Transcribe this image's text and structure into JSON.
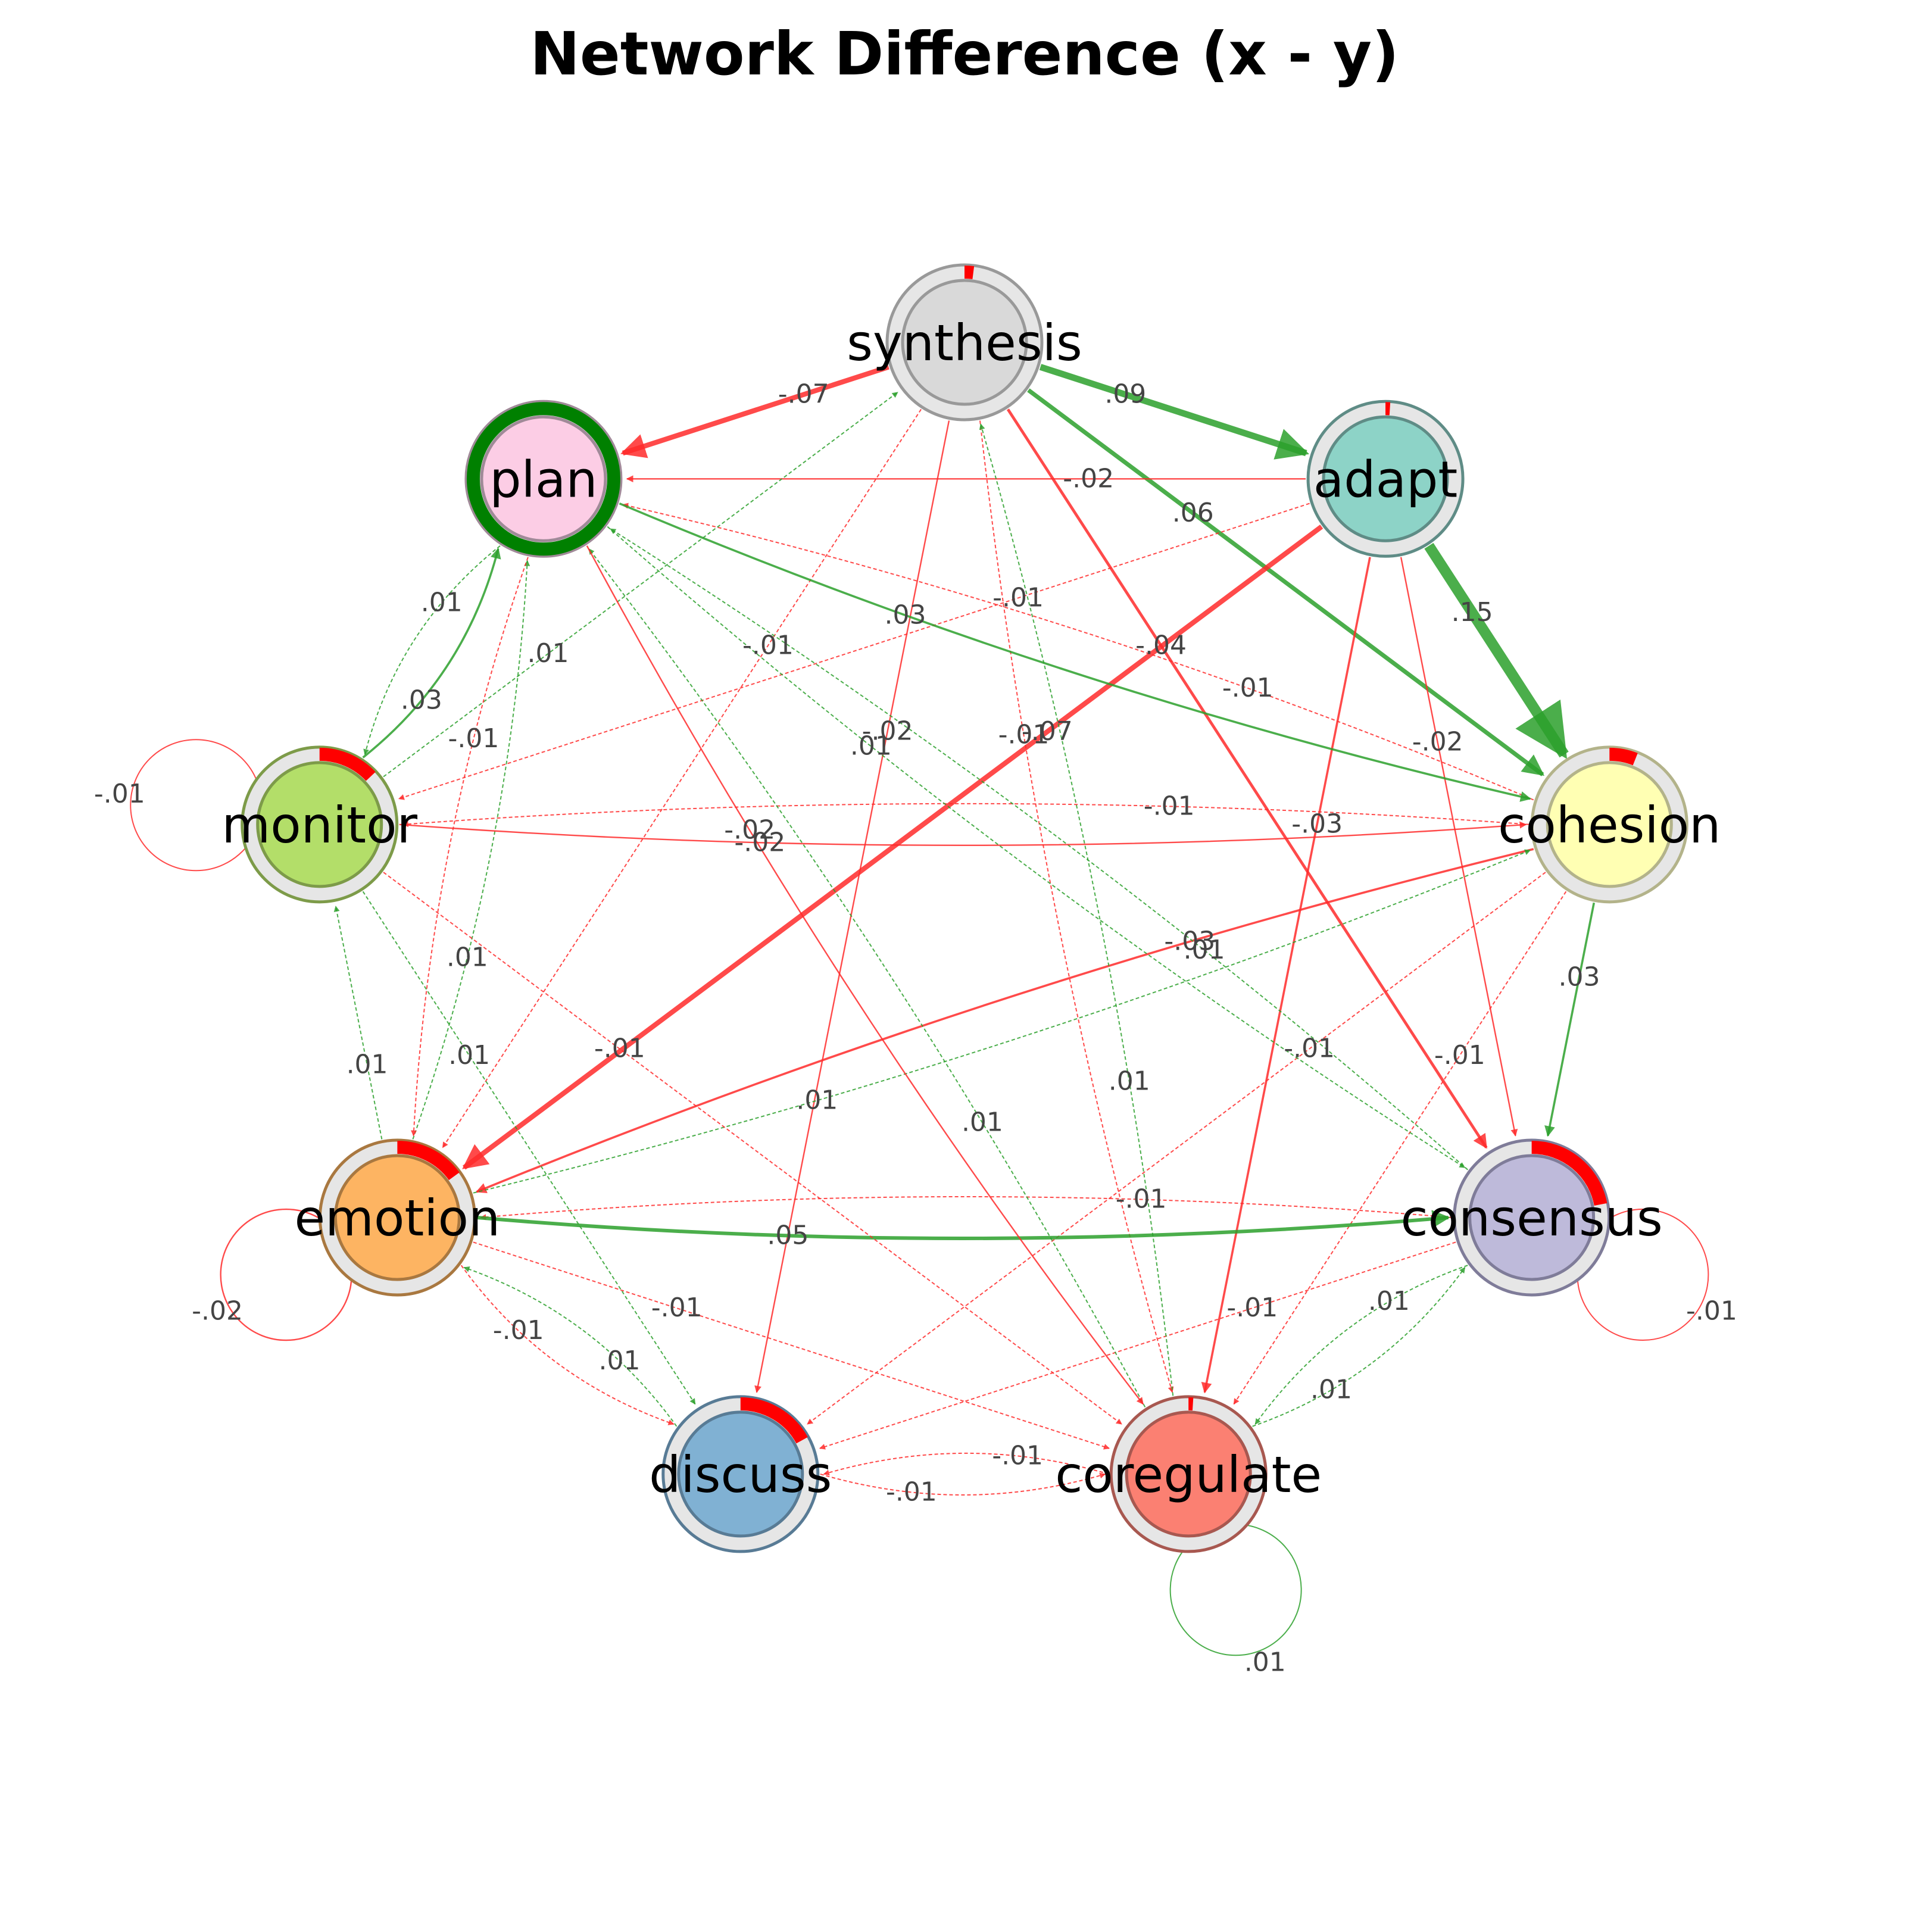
{
  "title": "Network Difference (x - y)",
  "colors": {
    "positive": "#2ca02c",
    "negative": "#ff2a2a",
    "ring_track": "#e6e6e6",
    "ring_positive": "#008000",
    "ring_negative": "#ff0000"
  },
  "nodes": [
    {
      "id": "synthesis",
      "label": "synthesis",
      "color": "#d9d9d9",
      "border": "#999999",
      "ring": {
        "sign": "neg",
        "frac": 0.02
      }
    },
    {
      "id": "adapt",
      "label": "adapt",
      "color": "#8dd3c7",
      "border": "#5f8c86",
      "ring": {
        "sign": "neg",
        "frac": 0.01
      }
    },
    {
      "id": "cohesion",
      "label": "cohesion",
      "color": "#ffffb3",
      "border": "#b3b38a",
      "ring": {
        "sign": "neg",
        "frac": 0.06
      }
    },
    {
      "id": "consensus",
      "label": "consensus",
      "color": "#bebada",
      "border": "#7f7c99",
      "ring": {
        "sign": "neg",
        "frac": 0.22
      }
    },
    {
      "id": "coregulate",
      "label": "coregulate",
      "color": "#fb8072",
      "border": "#a85850",
      "ring": {
        "sign": "neg",
        "frac": 0.01
      }
    },
    {
      "id": "discuss",
      "label": "discuss",
      "color": "#80b1d3",
      "border": "#587b95",
      "ring": {
        "sign": "neg",
        "frac": 0.17
      }
    },
    {
      "id": "emotion",
      "label": "emotion",
      "color": "#fdb462",
      "border": "#a97840",
      "ring": {
        "sign": "neg",
        "frac": 0.15
      }
    },
    {
      "id": "monitor",
      "label": "monitor",
      "color": "#b3de69",
      "border": "#7d9b49",
      "ring": {
        "sign": "neg",
        "frac": 0.13
      }
    },
    {
      "id": "plan",
      "label": "plan",
      "color": "#fccde5",
      "border": "#a08a98",
      "ring": {
        "sign": "pos",
        "frac": 1.0
      }
    }
  ],
  "edges": [
    {
      "from": "synthesis",
      "to": "plan",
      "label": "-.07"
    },
    {
      "from": "synthesis",
      "to": "adapt",
      "label": ".09"
    },
    {
      "from": "synthesis",
      "to": "cohesion",
      "label": ".06"
    },
    {
      "from": "synthesis",
      "to": "consensus",
      "label": "-.04"
    },
    {
      "from": "synthesis",
      "to": "coregulate",
      "label": "-.01"
    },
    {
      "from": "synthesis",
      "to": "discuss",
      "label": "-.02"
    },
    {
      "from": "synthesis",
      "to": "emotion",
      "label": "-.01"
    },
    {
      "from": "adapt",
      "to": "plan",
      "label": "-.02"
    },
    {
      "from": "adapt",
      "to": "cohesion",
      "label": ".15"
    },
    {
      "from": "adapt",
      "to": "consensus",
      "label": "-.02"
    },
    {
      "from": "adapt",
      "to": "coregulate",
      "label": "-.03"
    },
    {
      "from": "adapt",
      "to": "emotion",
      "label": "-.07"
    },
    {
      "from": "adapt",
      "to": "monitor",
      "label": "-.01"
    },
    {
      "from": "cohesion",
      "to": "plan",
      "label": "-.01"
    },
    {
      "from": "cohesion",
      "to": "monitor",
      "label": "-.01"
    },
    {
      "from": "cohesion",
      "to": "emotion",
      "label": "-.03"
    },
    {
      "from": "cohesion",
      "to": "consensus",
      "label": ".03"
    },
    {
      "from": "cohesion",
      "to": "discuss",
      "label": "-.01"
    },
    {
      "from": "cohesion",
      "to": "coregulate",
      "label": "-.01"
    },
    {
      "from": "consensus",
      "to": "plan",
      "label": ".01"
    },
    {
      "from": "consensus",
      "to": "coregulate",
      "label": ".01"
    },
    {
      "from": "consensus",
      "to": "emotion",
      "label": "-.01"
    },
    {
      "from": "consensus",
      "to": "discuss",
      "label": "-.01"
    },
    {
      "from": "coregulate",
      "to": "consensus",
      "label": ".01"
    },
    {
      "from": "coregulate",
      "to": "synthesis",
      "label": ".01"
    },
    {
      "from": "coregulate",
      "to": "plan",
      "label": ".01"
    },
    {
      "from": "coregulate",
      "to": "discuss",
      "label": "-.01"
    },
    {
      "from": "discuss",
      "to": "coregulate",
      "label": "-.01"
    },
    {
      "from": "discuss",
      "to": "emotion",
      "label": ".01"
    },
    {
      "from": "emotion",
      "to": "consensus",
      "label": ".05"
    },
    {
      "from": "emotion",
      "to": "cohesion",
      "label": ".01"
    },
    {
      "from": "emotion",
      "to": "monitor",
      "label": ".01"
    },
    {
      "from": "emotion",
      "to": "plan",
      "label": ".01"
    },
    {
      "from": "emotion",
      "to": "discuss",
      "label": "-.01"
    },
    {
      "from": "emotion",
      "to": "coregulate",
      "label": "-.01"
    },
    {
      "from": "monitor",
      "to": "plan",
      "label": ".03"
    },
    {
      "from": "monitor",
      "to": "synthesis",
      "label": ".01"
    },
    {
      "from": "monitor",
      "to": "cohesion",
      "label": "-.02"
    },
    {
      "from": "monitor",
      "to": "discuss",
      "label": ".01"
    },
    {
      "from": "monitor",
      "to": "coregulate",
      "label": "-.01"
    },
    {
      "from": "plan",
      "to": "monitor",
      "label": ".01"
    },
    {
      "from": "plan",
      "to": "emotion",
      "label": "-.01"
    },
    {
      "from": "plan",
      "to": "cohesion",
      "label": ".03"
    },
    {
      "from": "plan",
      "to": "consensus",
      "label": ".01"
    },
    {
      "from": "plan",
      "to": "coregulate",
      "label": "-.02"
    },
    {
      "from": "emotion",
      "to": "emotion",
      "label": "-.02"
    },
    {
      "from": "monitor",
      "to": "monitor",
      "label": "-.01"
    },
    {
      "from": "consensus",
      "to": "consensus",
      "label": "-.01"
    },
    {
      "from": "coregulate",
      "to": "coregulate",
      "label": ".01"
    }
  ]
}
